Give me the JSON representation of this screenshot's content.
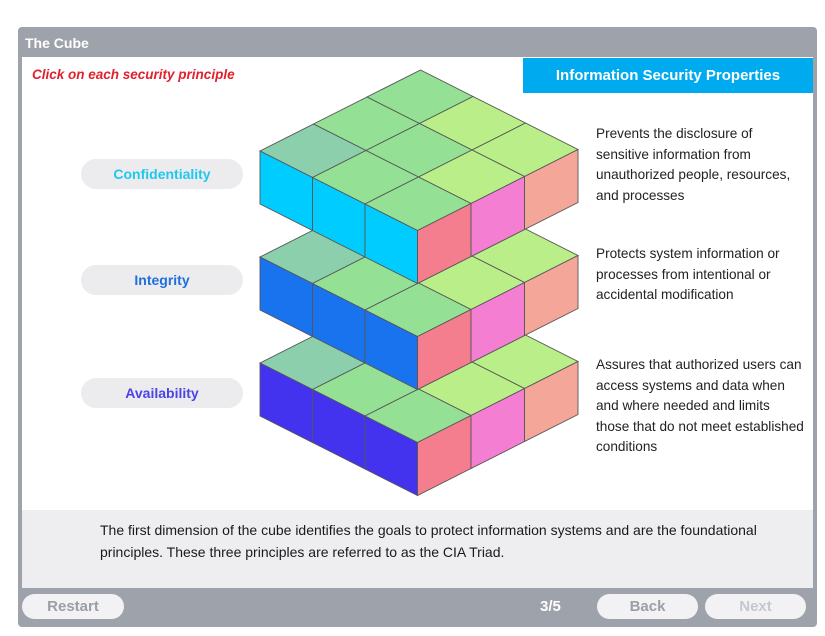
{
  "window": {
    "title": "The Cube"
  },
  "instruction": "Click on each security principle",
  "header": {
    "title": "Information Security Properties"
  },
  "principles": [
    {
      "label": "Confidentiality",
      "color": "#1fc8ee",
      "description": "Prevents the disclosure of sensitive information from unauthorized people, resources, and processes"
    },
    {
      "label": "Integrity",
      "color": "#1f6fdd",
      "description": "Protects system information or processes from intentional or accidental modification"
    },
    {
      "label": "Availability",
      "color": "#4b44e6",
      "description": "Assures that authorized users can access systems and data when and where needed and limits those that do not meet established conditions"
    }
  ],
  "footer": {
    "text": "The first dimension of the cube identifies the goals to protect information systems and are the foundational principles. These three principles are referred to as the CIA Triad."
  },
  "nav": {
    "restart": "Restart",
    "counter": "3/5",
    "back": "Back",
    "next": "Next"
  },
  "colors": {
    "frame": "#9ea3ab",
    "header": "#00aaee",
    "instruction": "#e0212e",
    "layer_fronts": [
      "#00ccff",
      "#1a73ee",
      "#4433ee"
    ],
    "right_faces": [
      "#f47e8e",
      "#f47fd2",
      "#f4a699"
    ],
    "top_faces": [
      "#8ccfad",
      "#94e195",
      "#b9ee88"
    ]
  }
}
